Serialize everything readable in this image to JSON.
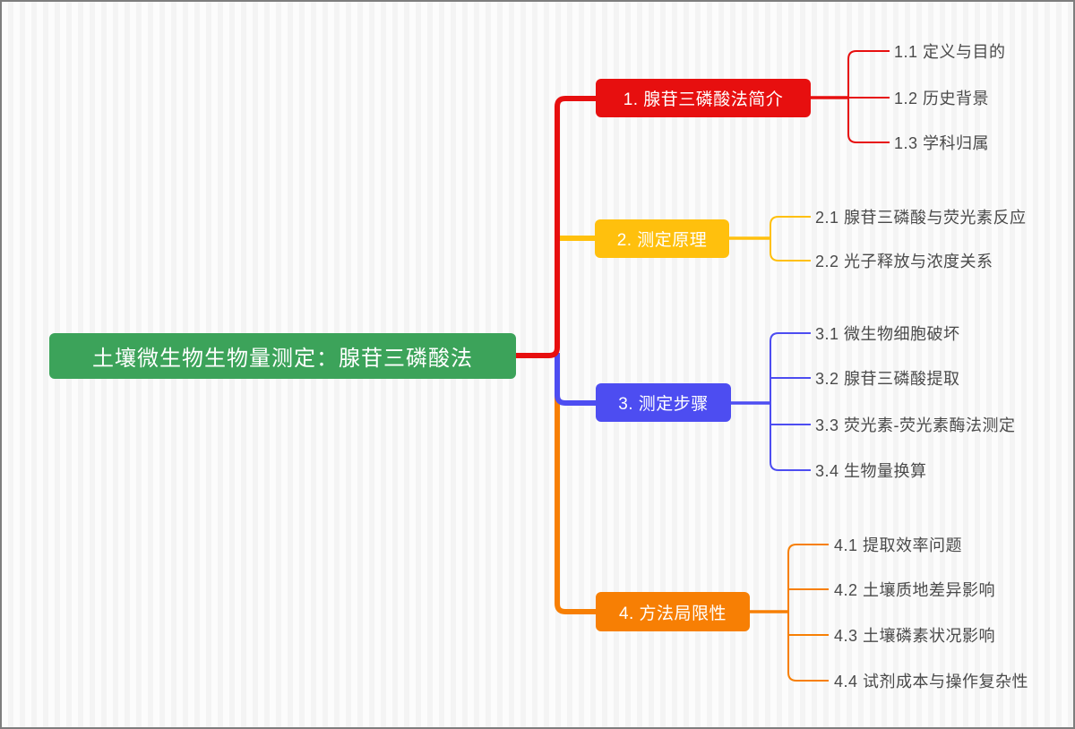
{
  "title": "土壤微生物生物量测定：腺苷三磷酸法",
  "colors": {
    "center": "#3CA35A",
    "child_text": "#4A4A4A"
  },
  "branches": [
    {
      "label": "1. 腺苷三磷酸法简介",
      "color": "#E70F0F",
      "children": [
        "1.1 定义与目的",
        "1.2 历史背景",
        "1.3 学科归属"
      ]
    },
    {
      "label": "2. 测定原理",
      "color": "#FFC00D",
      "children": [
        "2.1 腺苷三磷酸与荧光素反应",
        "2.2 光子释放与浓度关系"
      ]
    },
    {
      "label": "3. 测定步骤",
      "color": "#4D4DF1",
      "children": [
        "3.1 微生物细胞破坏",
        "3.2 腺苷三磷酸提取",
        "3.3 荧光素-荧光素酶法测定",
        "3.4 生物量换算"
      ]
    },
    {
      "label": "4. 方法局限性",
      "color": "#F77F04",
      "children": [
        "4.1 提取效率问题",
        "4.2 土壤质地差异影响",
        "4.3 土壤磷素状况影响",
        "4.4 试剂成本与操作复杂性"
      ]
    }
  ]
}
